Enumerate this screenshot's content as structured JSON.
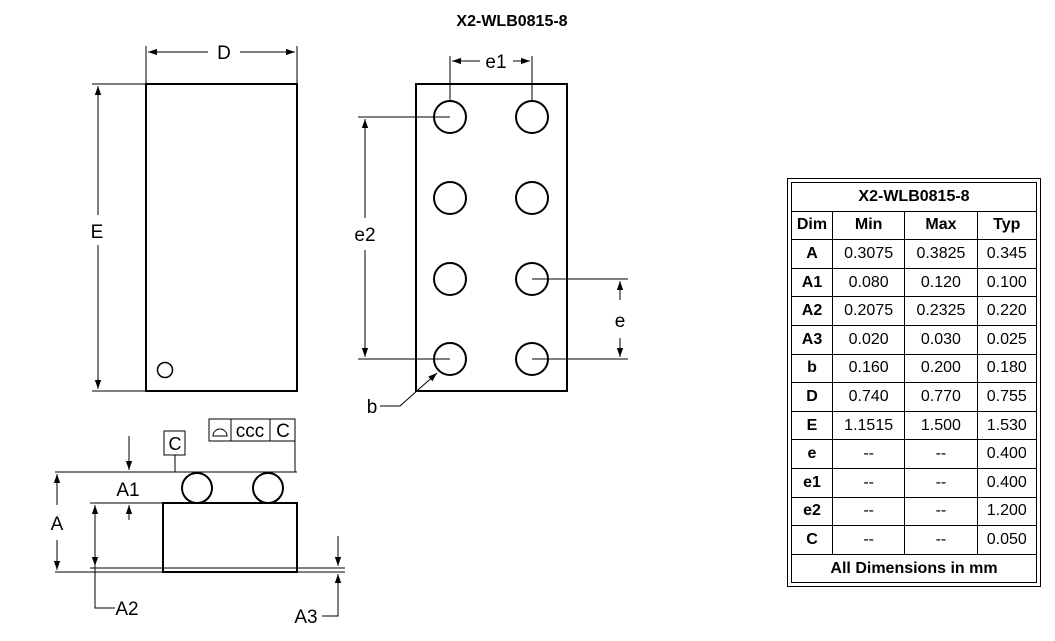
{
  "package_title": "X2-WLB0815-8",
  "drawing_labels": {
    "D": "D",
    "E": "E",
    "e1": "e1",
    "e2": "e2",
    "e": "e",
    "b": "b",
    "A": "A",
    "A1": "A1",
    "A2": "A2",
    "A3": "A3",
    "datum_C": "C",
    "tolerance_value": "ccc",
    "tolerance_datum": "C"
  },
  "table": {
    "title": "X2-WLB0815-8",
    "headers": [
      "Dim",
      "Min",
      "Max",
      "Typ"
    ],
    "rows": [
      [
        "A",
        "0.3075",
        "0.3825",
        "0.345"
      ],
      [
        "A1",
        "0.080",
        "0.120",
        "0.100"
      ],
      [
        "A2",
        "0.2075",
        "0.2325",
        "0.220"
      ],
      [
        "A3",
        "0.020",
        "0.030",
        "0.025"
      ],
      [
        "b",
        "0.160",
        "0.200",
        "0.180"
      ],
      [
        "D",
        "0.740",
        "0.770",
        "0.755"
      ],
      [
        "E",
        "1.1515",
        "1.500",
        "1.530"
      ],
      [
        "e",
        "--",
        "--",
        "0.400"
      ],
      [
        "e1",
        "--",
        "--",
        "0.400"
      ],
      [
        "e2",
        "--",
        "--",
        "1.200"
      ],
      [
        "C",
        "--",
        "--",
        "0.050"
      ]
    ],
    "footer": "All Dimensions in mm"
  }
}
